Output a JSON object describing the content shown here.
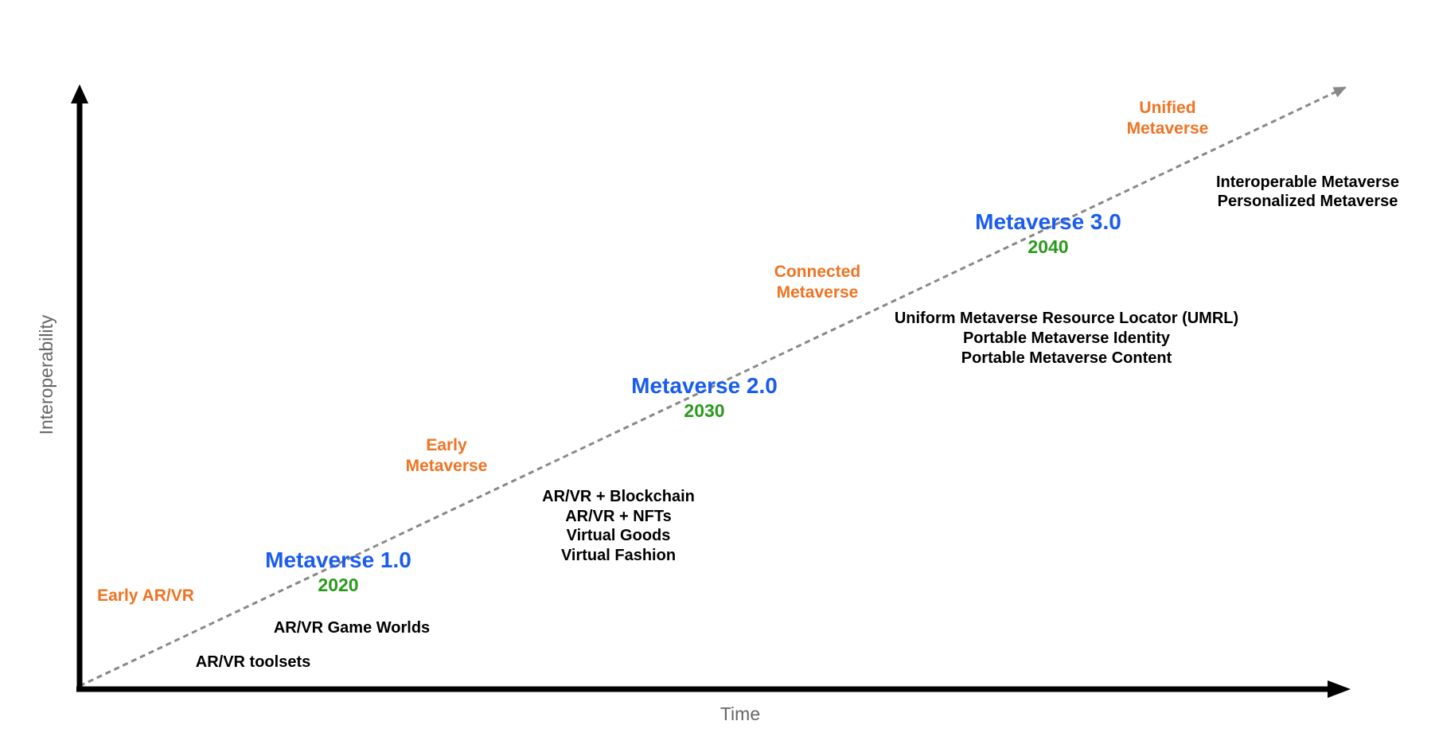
{
  "axes": {
    "x_label": "Time",
    "y_label": "Interoperability"
  },
  "eras": [
    {
      "name": "Metaverse 1.0",
      "year": "2020"
    },
    {
      "name": "Metaverse 2.0",
      "year": "2030"
    },
    {
      "name": "Metaverse 3.0",
      "year": "2040"
    }
  ],
  "stages": [
    {
      "lines": [
        "Early AR/VR"
      ]
    },
    {
      "lines": [
        "Early",
        "Metaverse"
      ]
    },
    {
      "lines": [
        "Connected",
        "Metaverse"
      ]
    },
    {
      "lines": [
        "Unified",
        "Metaverse"
      ]
    }
  ],
  "feature_groups": [
    {
      "lines": [
        "AR/VR Game Worlds"
      ]
    },
    {
      "lines": [
        "AR/VR toolsets"
      ]
    },
    {
      "lines": [
        "AR/VR + Blockchain",
        "AR/VR + NFTs",
        "Virtual Goods",
        "Virtual Fashion"
      ]
    },
    {
      "lines": [
        "Uniform Metaverse Resource Locator (UMRL)",
        "Portable Metaverse Identity",
        "Portable Metaverse Content"
      ]
    },
    {
      "lines": [
        "Interoperable Metaverse",
        "Personalized Metaverse"
      ]
    }
  ],
  "colors": {
    "era_name": "#1a5cf0",
    "era_year": "#2a9a1c",
    "stage": "#f07322",
    "feature": "#000000",
    "axis": "#000000",
    "trend_line": "#888888",
    "axis_label": "#666666"
  }
}
